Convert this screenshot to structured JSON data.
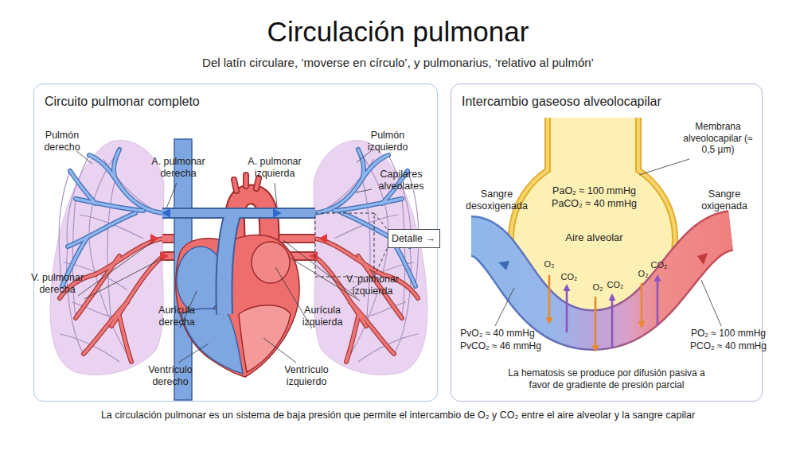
{
  "diagram": {
    "title": "Circulación pulmonar",
    "caption": "La circulación pulmonar es un sistema de baja presión que permite el intercambio de O₂ y CO₂ entre el aire alveolar y la sangre capilar",
    "nodes": [
      {
        "text": [
          "Circuito pulmonar completo"
        ]
      },
      {
        "text": [
          "Detalle →"
        ],
        "in": 0
      },
      {
        "text": [
          "Intercambio gaseoso alveolocapilar"
        ]
      },
      {
        "text": [
          "PaO₂ ≈ 100 mmHg",
          "PaCO₂ ≈ 40 mmHg",
          "Aire alveolar"
        ],
        "in": 2
      }
    ],
    "labels": [
      "Del latín circulare, ‘moverse en círculo’, y pulmonarius, ‘relativo al pulmón’",
      "Pulmón derecho",
      "A. pulmonar derecha",
      "A. pulmonar izquierda",
      "Pulmón izquierdo",
      "Capilares alveolares",
      "V. pulmonar derecha",
      "V. pulmonar izquierda",
      "Aurícula derecha",
      "Aurícula izquierda",
      "Ventrículo derecho",
      "Ventrículo izquierdo",
      "Membrana alveolocapilar (≈ 0,5 µm)",
      "Sangre desoxigenada",
      "Sangre oxigenada",
      "O₂",
      "CO₂",
      "O₂",
      "CO₂",
      "O₂",
      "CO₂",
      "PvO₂ ≈ 40 mmHg",
      "PvCO₂ ≈ 46 mmHg",
      "PO₂ ≈ 100 mmHg",
      "PCO₂ ≈ 40 mmHg",
      "La hematosis se produce por difusión pasiva a favor de gradiente de presión parcial"
    ]
  }
}
